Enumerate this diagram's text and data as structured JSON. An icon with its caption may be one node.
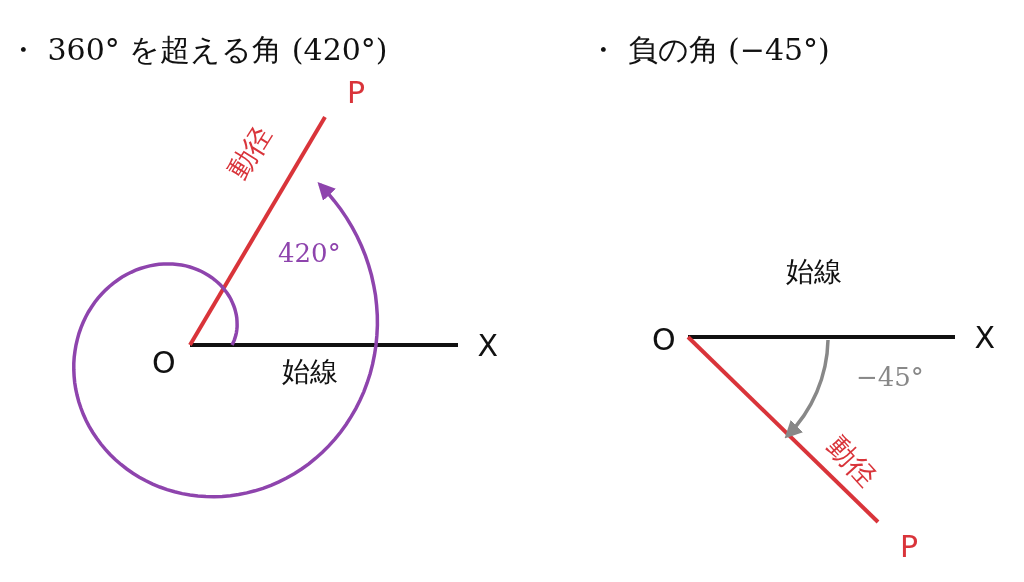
{
  "diagram": {
    "nodes": [
      {
        "text": [
          "O"
        ]
      },
      {
        "text": [
          "X"
        ]
      },
      {
        "text": [
          "P"
        ]
      },
      {
        "text": [
          "O"
        ]
      },
      {
        "text": [
          "X"
        ]
      },
      {
        "text": [
          "P"
        ]
      }
    ],
    "edges": [
      {
        "from": 0,
        "to": 1,
        "arrow": "none",
        "label": "始線"
      },
      {
        "from": 0,
        "to": 2,
        "arrow": "none",
        "label": "動径",
        "color": "#d9343a"
      },
      {
        "from": 3,
        "to": 4,
        "arrow": "none",
        "label": "始線"
      },
      {
        "from": 3,
        "to": 5,
        "arrow": "none",
        "label": "動径",
        "color": "#d9343a"
      }
    ],
    "labels": [
      "・ 360° を超える角 (420°)",
      "・ 負の角 (−45°)",
      "420°",
      "−45°"
    ]
  }
}
